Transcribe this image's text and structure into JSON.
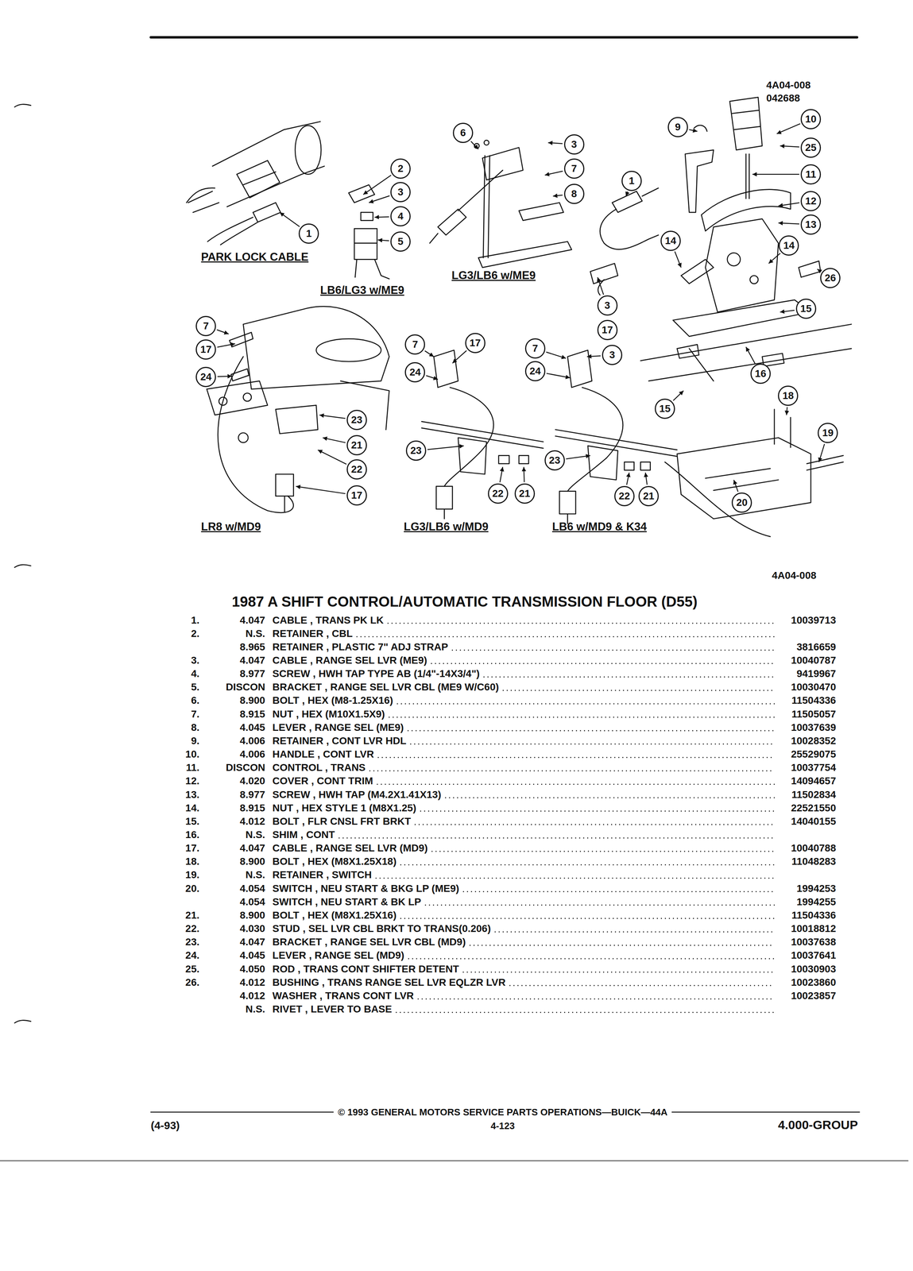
{
  "diagram": {
    "title": "1987 A SHIFT CONTROL/AUTOMATIC TRANSMISSION FLOOR (D55)",
    "nodes": [
      {
        "text": [
          "1"
        ]
      },
      {
        "text": [
          "2"
        ]
      },
      {
        "text": [
          "3"
        ]
      },
      {
        "text": [
          "4"
        ]
      },
      {
        "text": [
          "5"
        ]
      },
      {
        "text": [
          "6"
        ]
      },
      {
        "text": [
          "3"
        ]
      },
      {
        "text": [
          "7"
        ]
      },
      {
        "text": [
          "8"
        ]
      },
      {
        "text": [
          "1"
        ]
      },
      {
        "text": [
          "3"
        ]
      },
      {
        "text": [
          "17"
        ]
      },
      {
        "text": [
          "9"
        ]
      },
      {
        "text": [
          "10"
        ]
      },
      {
        "text": [
          "25"
        ]
      },
      {
        "text": [
          "11"
        ]
      },
      {
        "text": [
          "12"
        ]
      },
      {
        "text": [
          "13"
        ]
      },
      {
        "text": [
          "14"
        ]
      },
      {
        "text": [
          "14"
        ]
      },
      {
        "text": [
          "26"
        ]
      },
      {
        "text": [
          "15"
        ]
      },
      {
        "text": [
          "16"
        ]
      },
      {
        "text": [
          "15"
        ]
      },
      {
        "text": [
          "18"
        ]
      },
      {
        "text": [
          "19"
        ]
      },
      {
        "text": [
          "20"
        ]
      },
      {
        "text": [
          "7"
        ]
      },
      {
        "text": [
          "17"
        ]
      },
      {
        "text": [
          "24"
        ]
      },
      {
        "text": [
          "23"
        ]
      },
      {
        "text": [
          "21"
        ]
      },
      {
        "text": [
          "22"
        ]
      },
      {
        "text": [
          "17"
        ]
      },
      {
        "text": [
          "7"
        ]
      },
      {
        "text": [
          "17"
        ]
      },
      {
        "text": [
          "24"
        ]
      },
      {
        "text": [
          "23"
        ]
      },
      {
        "text": [
          "22"
        ]
      },
      {
        "text": [
          "21"
        ]
      },
      {
        "text": [
          "7"
        ]
      },
      {
        "text": [
          "24"
        ]
      },
      {
        "text": [
          "3"
        ]
      },
      {
        "text": [
          "23"
        ]
      },
      {
        "text": [
          "22"
        ]
      },
      {
        "text": [
          "21"
        ]
      }
    ],
    "labels": [
      "4A04-008",
      "042688",
      "PARK LOCK CABLE",
      "LB6/LG3 w/ME9",
      "LG3/LB6 w/ME9",
      "LR8 w/MD9",
      "LG3/LB6 w/MD9",
      "LB6 w/MD9 & K34",
      "4A04-008",
      "1.",
      "4.047",
      "CABLE , TRANS PK LK",
      "10039713",
      "2.",
      "N.S.",
      "RETAINER , CBL",
      "8.965",
      "RETAINER , PLASTIC 7\" ADJ STRAP",
      "3816659",
      "3.",
      "4.047",
      "CABLE , RANGE SEL LVR (ME9)",
      "10040787",
      "4.",
      "8.977",
      "SCREW , HWH TAP TYPE AB (1/4\"-14X3/4\")",
      "9419967",
      "5.",
      "DISCON",
      "BRACKET , RANGE SEL LVR CBL (ME9 W/C60)",
      "10030470",
      "6.",
      "8.900",
      "BOLT , HEX (M8-1.25X16)",
      "11504336",
      "7.",
      "8.915",
      "NUT , HEX (M10X1.5X9)",
      "11505057",
      "8.",
      "4.045",
      "LEVER , RANGE SEL (ME9)",
      "10037639",
      "9.",
      "4.006",
      "RETAINER , CONT LVR HDL",
      "10028352",
      "10.",
      "4.006",
      "HANDLE , CONT LVR",
      "25529075",
      "11.",
      "DISCON",
      "CONTROL , TRANS",
      "10037754",
      "12.",
      "4.020",
      "COVER , CONT TRIM",
      "14094657",
      "13.",
      "8.977",
      "SCREW , HWH TAP (M4.2X1.41X13)",
      "11502834",
      "14.",
      "8.915",
      "NUT , HEX STYLE 1 (M8X1.25)",
      "22521550",
      "15.",
      "4.012",
      "BOLT , FLR CNSL FRT BRKT",
      "14040155",
      "16.",
      "N.S.",
      "SHIM , CONT",
      "17.",
      "4.047",
      "CABLE , RANGE SEL LVR (MD9)",
      "10040788",
      "18.",
      "8.900",
      "BOLT , HEX (M8X1.25X18)",
      "11048283",
      "19.",
      "N.S.",
      "RETAINER , SWITCH",
      "20.",
      "4.054",
      "SWITCH , NEU START & BKG LP (ME9)",
      "1994253",
      "4.054",
      "SWITCH , NEU START & BK LP",
      "1994255",
      "21.",
      "8.900",
      "BOLT , HEX (M8X1.25X16)",
      "11504336",
      "22.",
      "4.030",
      "STUD , SEL LVR CBL BRKT TO TRANS(0.206)",
      "10018812",
      "23.",
      "4.047",
      "BRACKET , RANGE SEL LVR CBL (MD9)",
      "10037638",
      "24.",
      "4.045",
      "LEVER , RANGE SEL (MD9)",
      "10037641",
      "25.",
      "4.050",
      "ROD , TRANS CONT SHIFTER DETENT",
      "10030903",
      "26.",
      "4.012",
      "BUSHING , TRANS RANGE SEL LVR EQLZR LVR",
      "10023860",
      "4.012",
      "WASHER , TRANS CONT LVR",
      "10023857",
      "N.S.",
      "RIVET , LEVER TO BASE",
      "© 1993 GENERAL MOTORS SERVICE PARTS OPERATIONS—BUICK—44A",
      "(4-93)",
      "4-123",
      "4.000-GROUP"
    ]
  }
}
